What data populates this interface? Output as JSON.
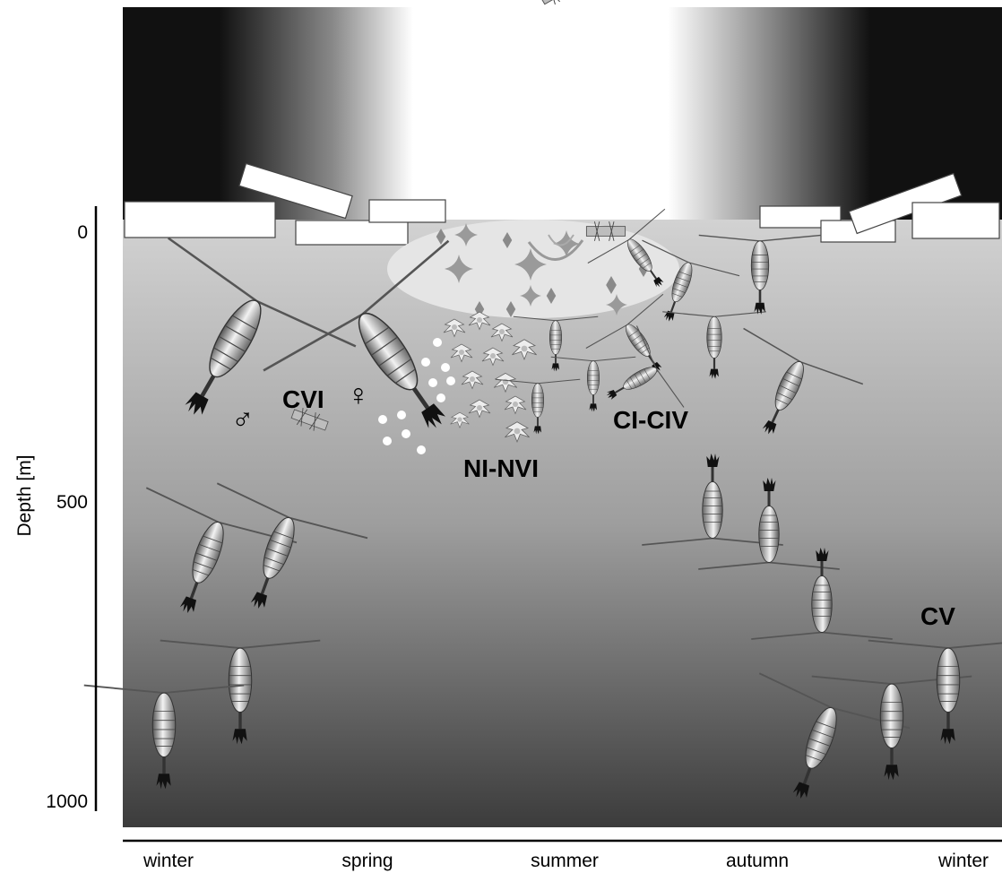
{
  "axis": {
    "ylabel": "Depth [m]",
    "ticks": [
      "0",
      "500",
      "1000"
    ]
  },
  "seasons": [
    "winter",
    "spring",
    "summer",
    "autumn",
    "winter"
  ],
  "stages": {
    "adults": "CVI",
    "male_symbol": "♂",
    "female_symbol": "♀",
    "nauplii": "NI-NVI",
    "copepodites": "CI-CIV",
    "cv": "CV"
  },
  "colors": {
    "dark": "#111111",
    "light": "#ffffff",
    "water_top": "#cfcfcf",
    "water_bottom": "#3e3e3e",
    "ice": "#ffffff",
    "bloom": "#e6e6e6"
  },
  "icons": [
    "copepod-icon",
    "nauplius-icon",
    "egg-icon",
    "diatom-icon",
    "dinoflagellate-icon",
    "ice-floe-icon"
  ]
}
